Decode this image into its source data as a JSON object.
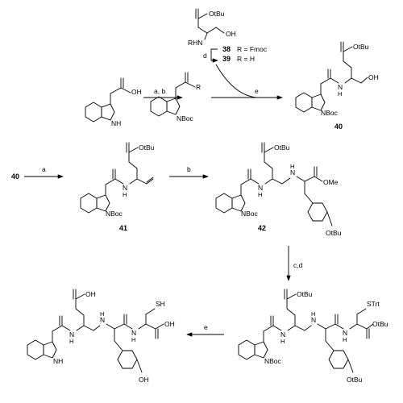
{
  "scheme": {
    "labels": {
      "reagent_tryptophan_acid_OH": "OH",
      "reagent_tryptophan_acid_NH": "NH",
      "step_ab": "a, b",
      "boc_ester_R": "R",
      "boc_ester_NBoc": "NBoc",
      "amino_alc_OtBu": "OtBu",
      "amino_alc_RHN": "RHN",
      "amino_alc_OH": "OH",
      "step_d_top": "d",
      "cmpd38": "38",
      "cmpd38_def": "R = Fmoc",
      "cmpd39": "39",
      "cmpd39_def": "R = H",
      "step_e_top": "e",
      "c40_OtBu": "OtBu",
      "c40_N": "N",
      "c40_H": "H",
      "c40_OH": "OH",
      "c40_NBoc": "NBoc",
      "cmpd40": "40",
      "cmpd40_start": "40",
      "step_a_mid": "a",
      "c41_OtBu": "OtBu",
      "c41_N": "N",
      "c41_H": "H",
      "c41_NBoc": "NBoc",
      "cmpd41": "41",
      "step_b_mid": "b",
      "c42_OtBu": "OtBu",
      "c42_N1": "N",
      "c42_H1": "H",
      "c42_N2": "N",
      "c42_H2": "H",
      "c42_OMe": "OMe",
      "c42_NBoc": "NBoc",
      "c42_tyr_OtBu": "OtBu",
      "cmpd42": "42",
      "step_cd": "c,d",
      "final_OH": "OH",
      "final_N1": "N",
      "final_H1": "H",
      "final_N2": "N",
      "final_H2": "H",
      "final_N3": "N",
      "final_H3": "H",
      "final_SH": "SH",
      "final_OH2": "OH",
      "final_NH": "NH",
      "final_tyr_OH": "OH",
      "step_e_bottom": "e",
      "pen_OtBu": "OtBu",
      "pen_N1": "N",
      "pen_H1": "H",
      "pen_N2": "N",
      "pen_H2": "H",
      "pen_N3": "N",
      "pen_H3": "H",
      "pen_STrt": "STrt",
      "pen_OtBu2": "OtBu",
      "pen_NBoc": "NBoc",
      "pen_tyr_OtBu": "OtBu"
    }
  }
}
